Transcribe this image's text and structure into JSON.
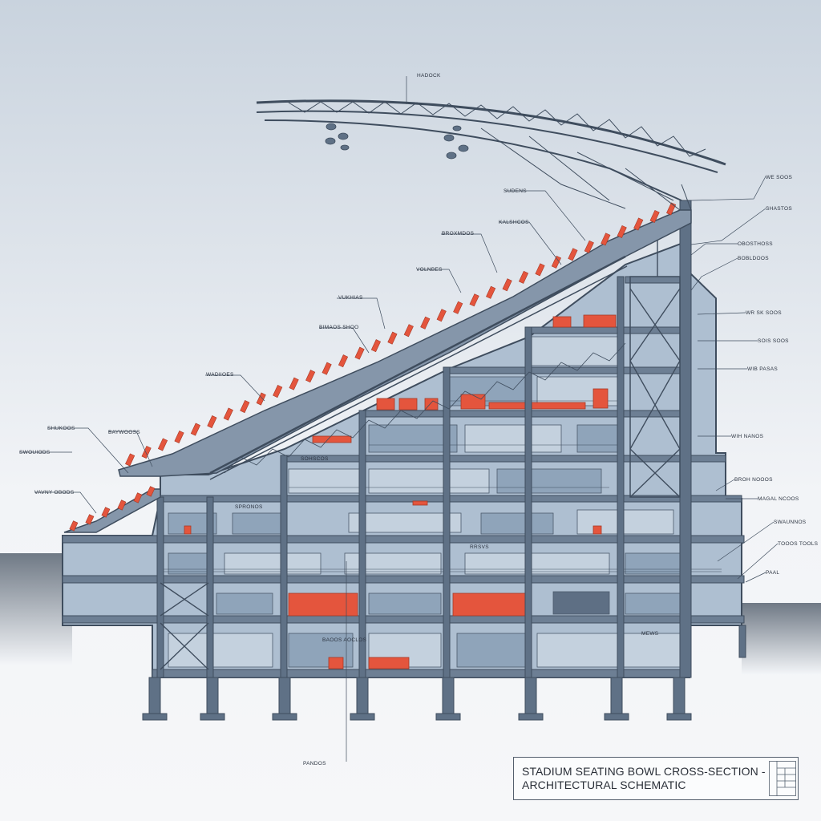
{
  "drawing": {
    "title_line1": "STADIUM SEATING BOWL CROSS-SECTION -",
    "title_line2": "ARCHITECTURAL SCHEMATIC",
    "colors": {
      "background_top": "#c9d3de",
      "background_bottom": "#f4f6f9",
      "structure": "#5f7186",
      "structure_dark": "#3f4d5e",
      "glass": "#aebfd1",
      "seats": "#e4553d",
      "ground": "#707a86",
      "text": "#2b3340"
    }
  },
  "callouts": {
    "top": "HADOCK",
    "left": [
      "SUDENS",
      "KALSHCOS",
      "BROXMDOS",
      "VOLNBES",
      "VUKHIAS",
      "BIMAOS SHOO",
      "WADIIOES",
      "SHUKOOS",
      "BAYWOOSS",
      "SWOUIODS",
      "VAVNY OBODS"
    ],
    "right": [
      "WE SOOS",
      "SHASTOS",
      "OBOSTHOSS",
      "BOBLDOOS",
      "WR SK SOOS",
      "SOIS SOOS",
      "WIB PASAS",
      "WIH NANOS",
      "BROH NOOOS",
      "MAGAL NCOOS",
      "SWAUNNOS",
      "TOOOS TOOLS",
      "PAAL"
    ],
    "bottom": "PANDOS",
    "interior": [
      "SPRONOS",
      "RRSVS",
      "SOHSCOS",
      "MEWS",
      "BAOOS AOCLOS"
    ]
  }
}
